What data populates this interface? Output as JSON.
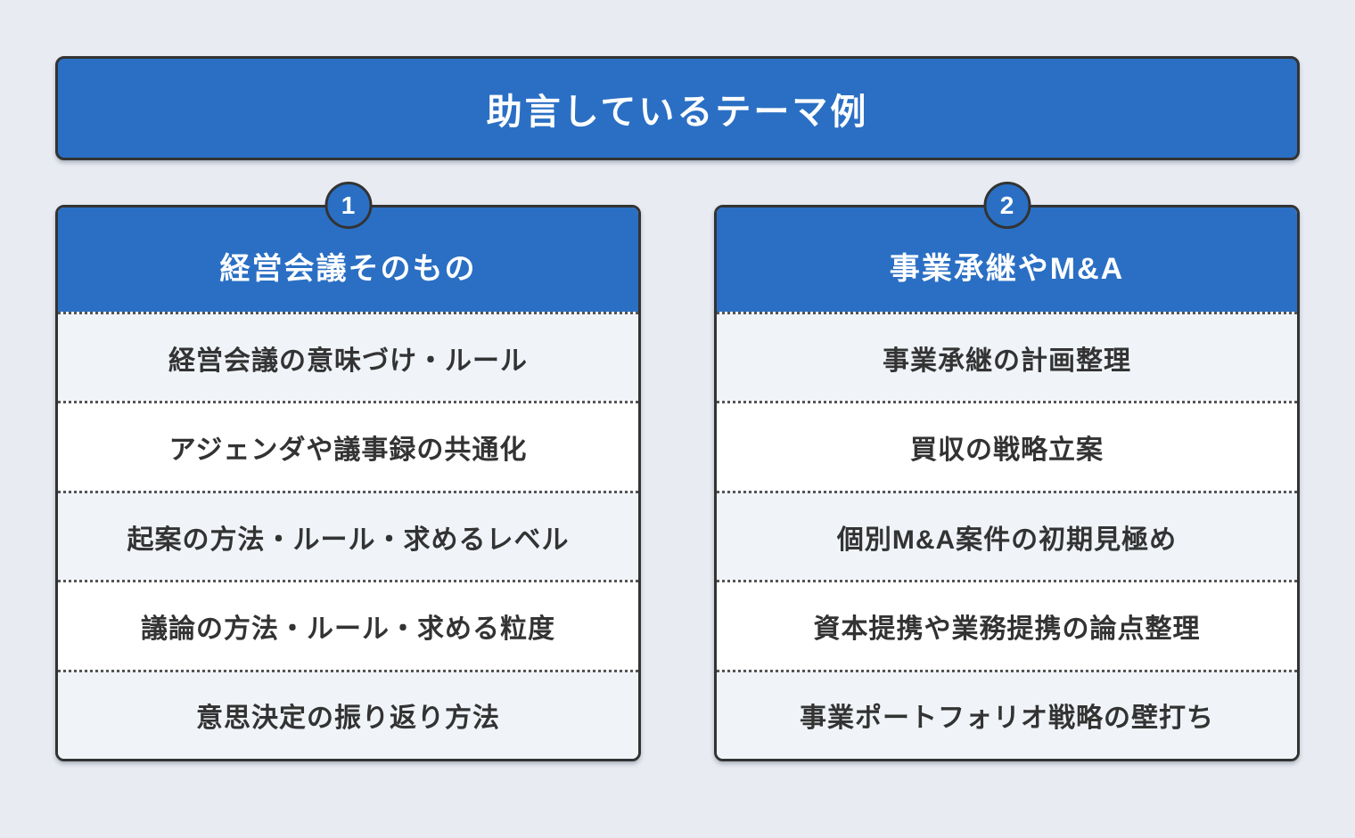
{
  "title": "助言しているテーマ例",
  "colors": {
    "primary_blue": "#2a6fc4",
    "border_dark": "#333333",
    "page_background": "#e8ebf2",
    "row_light": "#f0f4f9",
    "row_white": "#ffffff",
    "text_dark": "#333333",
    "text_white": "#ffffff"
  },
  "columns": [
    {
      "number": "1",
      "header": "経営会議そのもの",
      "items": [
        "経営会議の意味づけ・ルール",
        "アジェンダや議事録の共通化",
        "起案の方法・ルール・求めるレベル",
        "議論の方法・ルール・求める粒度",
        "意思決定の振り返り方法"
      ]
    },
    {
      "number": "2",
      "header": "事業承継やM&A",
      "items": [
        "事業承継の計画整理",
        "買収の戦略立案",
        "個別M&A案件の初期見極め",
        "資本提携や業務提携の論点整理",
        "事業ポートフォリオ戦略の壁打ち"
      ]
    }
  ]
}
